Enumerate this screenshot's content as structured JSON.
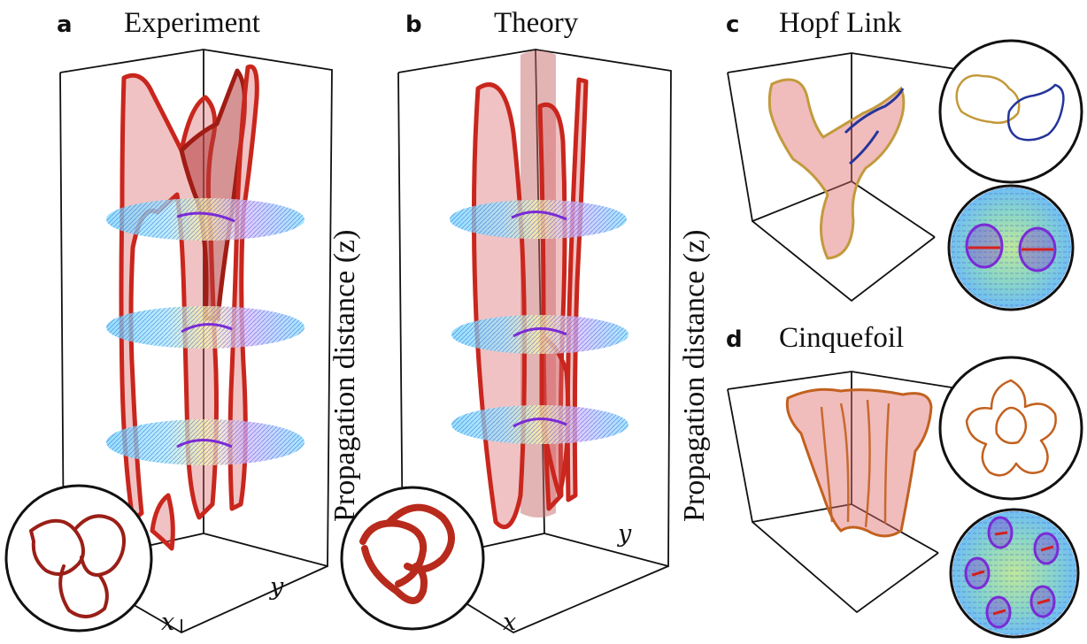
{
  "panels": {
    "a": {
      "letter": "a",
      "title": "Experiment",
      "x_axis": "x",
      "y_axis": "y"
    },
    "b": {
      "letter": "b",
      "title": "Theory",
      "x_axis": "x",
      "y_axis": "y"
    },
    "c": {
      "letter": "c",
      "title": "Hopf Link"
    },
    "d": {
      "letter": "d",
      "title": "Cinquefoil"
    }
  },
  "z_axis_label": "Propagation distance (z)",
  "colors": {
    "vortex_line": "#c9261d",
    "surface_fill": "#d9666a",
    "hopf_component_1": "#c29a3c",
    "hopf_component_2": "#25359a",
    "cinquefoil_line": "#c2611f",
    "slice_colormap": [
      "#6fd6ff",
      "#7fe87f",
      "#fff06a",
      "#ff6aa0",
      "#7a2bd6"
    ]
  },
  "icons": [
    "trefoil-knot-icon",
    "hopf-link-icon",
    "cinquefoil-knot-icon"
  ]
}
